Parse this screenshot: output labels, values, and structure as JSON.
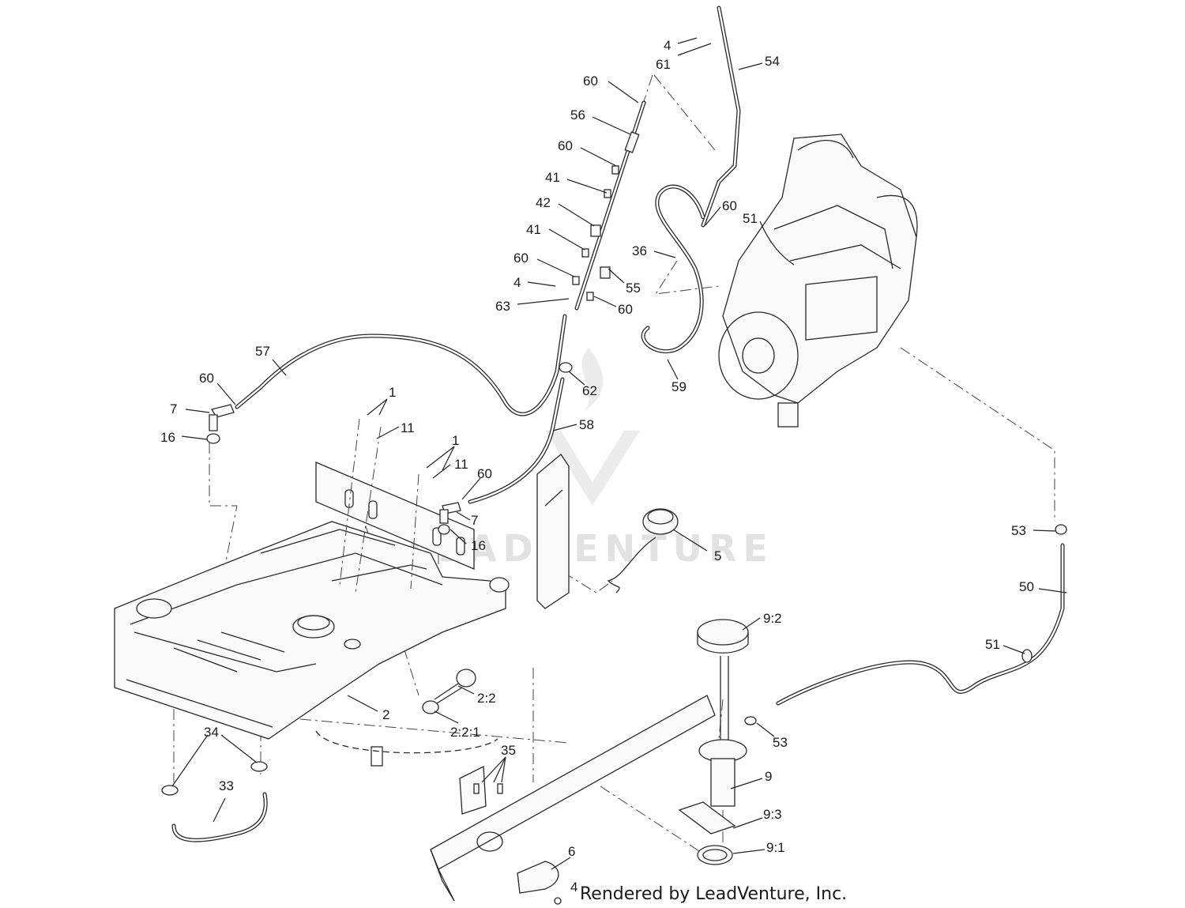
{
  "labels": [
    {
      "id": "p4a",
      "text": "4"
    },
    {
      "id": "p61",
      "text": "61"
    },
    {
      "id": "p54",
      "text": "54"
    },
    {
      "id": "p60a",
      "text": "60"
    },
    {
      "id": "p56",
      "text": "56"
    },
    {
      "id": "p60b",
      "text": "60"
    },
    {
      "id": "p41a",
      "text": "41"
    },
    {
      "id": "p42",
      "text": "42"
    },
    {
      "id": "p41b",
      "text": "41"
    },
    {
      "id": "p60c",
      "text": "60"
    },
    {
      "id": "p4b",
      "text": "4"
    },
    {
      "id": "p63",
      "text": "63"
    },
    {
      "id": "p55",
      "text": "55"
    },
    {
      "id": "p60d",
      "text": "60"
    },
    {
      "id": "p36",
      "text": "36"
    },
    {
      "id": "p60e",
      "text": "60"
    },
    {
      "id": "p51a",
      "text": "51"
    },
    {
      "id": "p59",
      "text": "59"
    },
    {
      "id": "p57",
      "text": "57"
    },
    {
      "id": "p60f",
      "text": "60"
    },
    {
      "id": "p7a",
      "text": "7"
    },
    {
      "id": "p16a",
      "text": "16"
    },
    {
      "id": "p1a",
      "text": "1"
    },
    {
      "id": "p11a",
      "text": "11"
    },
    {
      "id": "p62",
      "text": "62"
    },
    {
      "id": "p58",
      "text": "58"
    },
    {
      "id": "p1b",
      "text": "1"
    },
    {
      "id": "p11b",
      "text": "11"
    },
    {
      "id": "p60g",
      "text": "60"
    },
    {
      "id": "p7b",
      "text": "7"
    },
    {
      "id": "p16b",
      "text": "16"
    },
    {
      "id": "p5",
      "text": "5"
    },
    {
      "id": "p53a",
      "text": "53"
    },
    {
      "id": "p50",
      "text": "50"
    },
    {
      "id": "p51b",
      "text": "51"
    },
    {
      "id": "p92",
      "text": "9:2"
    },
    {
      "id": "p22",
      "text": "2:2"
    },
    {
      "id": "p2",
      "text": "2"
    },
    {
      "id": "p221",
      "text": "2:2:1"
    },
    {
      "id": "p53b",
      "text": "53"
    },
    {
      "id": "p34",
      "text": "34"
    },
    {
      "id": "p35",
      "text": "35"
    },
    {
      "id": "p9",
      "text": "9"
    },
    {
      "id": "p33",
      "text": "33"
    },
    {
      "id": "p93",
      "text": "9:3"
    },
    {
      "id": "p91",
      "text": "9:1"
    },
    {
      "id": "p6",
      "text": "6"
    },
    {
      "id": "p4c",
      "text": "4"
    }
  ],
  "credit": "Rendered by LeadVenture, Inc.",
  "watermark": "LEADVENTURE"
}
